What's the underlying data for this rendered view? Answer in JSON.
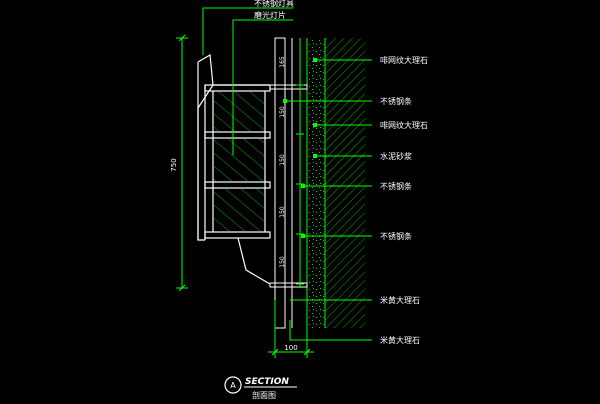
{
  "drawing": {
    "background": "#000000",
    "colors": {
      "line": "#ffffff",
      "dim": "#00ff00",
      "hatch": "#00aa00",
      "label": "#ffffff",
      "glass": "#00aa00",
      "title": "#ffffff"
    },
    "dimensions": {
      "total_height": "750",
      "segments": [
        "165",
        "150",
        "150",
        "150",
        "150"
      ],
      "width": "100"
    },
    "callouts": [
      "不锈钢灯具",
      "磨光灯片",
      "啡网纹大理石",
      "不锈钢条",
      "啡网纹大理石",
      "水泥砂浆",
      "不锈钢条",
      "不锈钢条",
      "米黄大理石",
      "米黄大理石"
    ],
    "title": {
      "marker": "A",
      "main": "SECTION",
      "sub": "剖面图"
    }
  }
}
